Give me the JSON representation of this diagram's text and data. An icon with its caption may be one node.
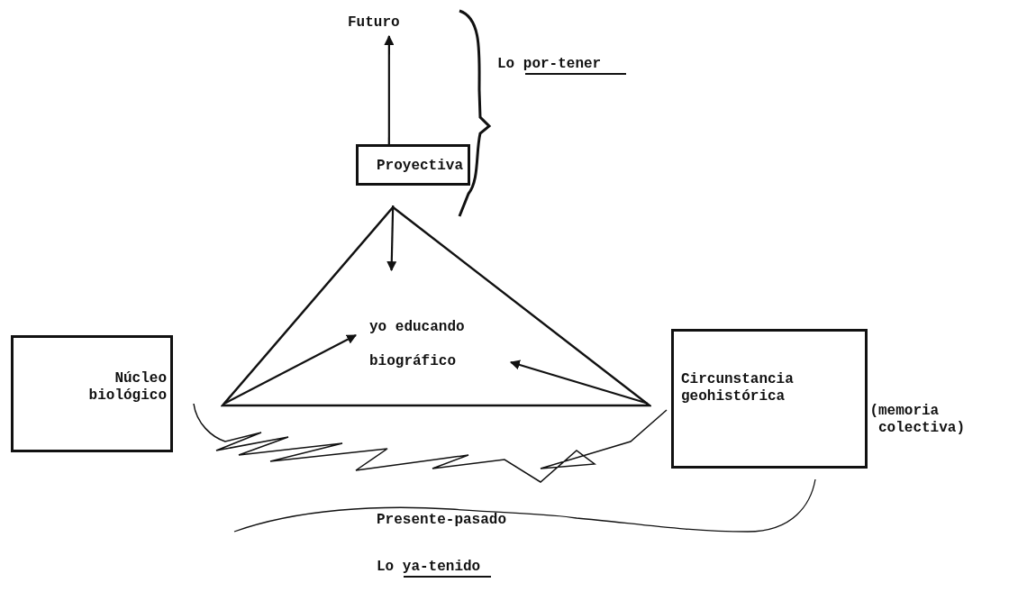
{
  "diagram": {
    "nodes": [
      {
        "text": [
          "Futuro"
        ]
      },
      {
        "text": [
          "Proyectiva"
        ]
      },
      {
        "text": [],
        "shape": "triangle"
      },
      {
        "text": [
          "yo educando",
          "biográfico"
        ],
        "in": 2
      },
      {
        "text": [
          "Núcleo biológico"
        ]
      },
      {
        "text": [
          "Circunstancia geohistórica"
        ],
        "beside": [
          "(memoria colectiva)"
        ]
      }
    ],
    "edges": [
      {
        "from": 1,
        "to": 0,
        "arrow": "to"
      },
      {
        "from": 2,
        "to": 3,
        "arrow": "to"
      },
      {
        "from": 2,
        "to": 3,
        "arrow": "to"
      },
      {
        "from": 2,
        "to": 3,
        "arrow": "to"
      }
    ],
    "labels": [
      "Lo por-tener",
      "Presente-pasado",
      "Lo ya-tenido"
    ]
  }
}
